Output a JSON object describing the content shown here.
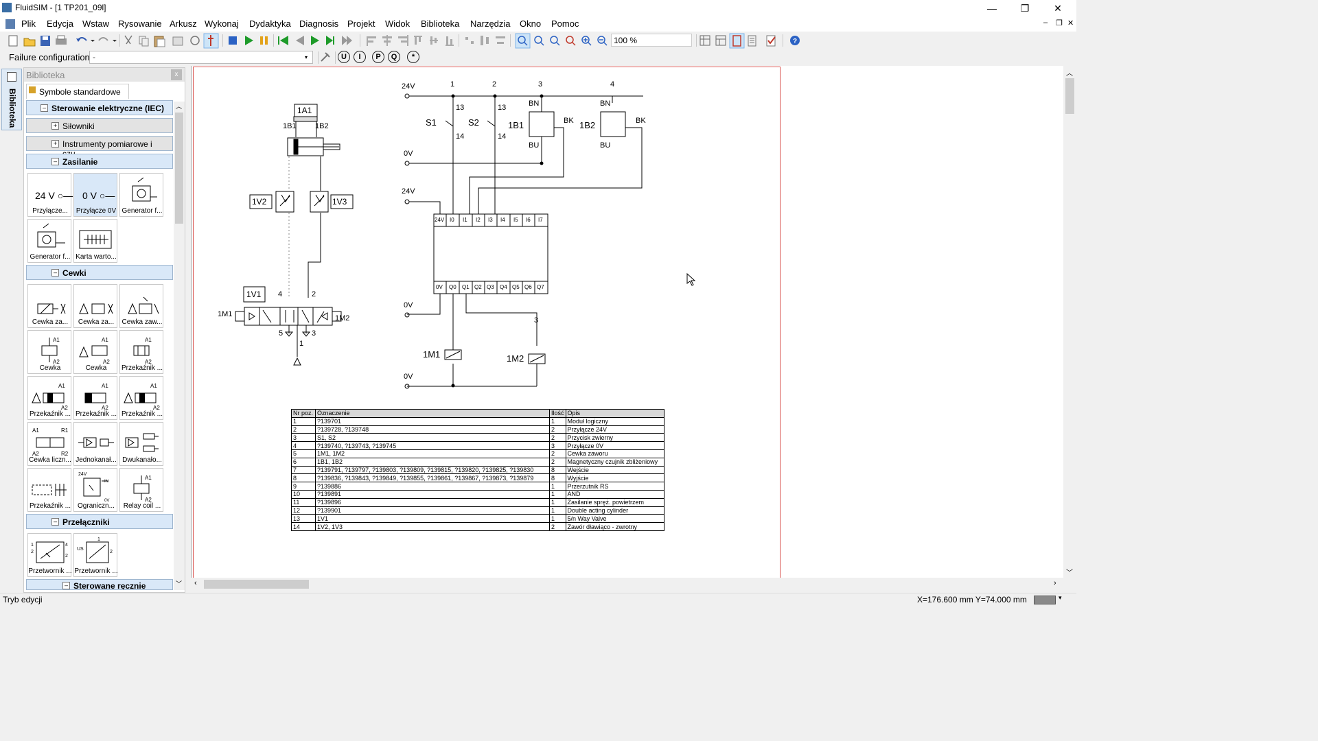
{
  "window": {
    "title": "FluidSIM - [1  TP201_09l]",
    "minimize": "—",
    "maximize": "❐",
    "close": "✕"
  },
  "menu": [
    "Plik",
    "Edycja",
    "Wstaw",
    "Rysowanie",
    "Arkusz",
    "Wykonaj",
    "Dydaktyka",
    "Diagnosis",
    "Projekt",
    "Widok",
    "Biblioteka",
    "Narzędzia",
    "Okno",
    "Pomoc"
  ],
  "toolbar": {
    "zoom_value": "100 %",
    "icons": [
      "new-icon",
      "open-icon",
      "save-icon",
      "print-icon",
      "undo-icon",
      "redo-icon",
      "cut-icon",
      "copy-icon",
      "paste-icon",
      "select-icon",
      "rotate-icon",
      "pointer-icon",
      "stop-icon",
      "play-icon",
      "pause-icon",
      "rewind-icon",
      "step-back-icon",
      "step-forward-icon",
      "to-end-icon",
      "fast-forward-icon",
      "align-left-icon",
      "align-center-icon",
      "align-right-icon",
      "align-top-icon",
      "align-middle-icon",
      "align-bottom-icon",
      "distribute-h-icon",
      "distribute-v-icon",
      "zoom-fit-icon",
      "zoom-window-icon",
      "zoom-page-icon",
      "zoom-selection-icon",
      "zoom-in-icon",
      "zoom-out-icon",
      "grid-icon",
      "layers-icon",
      "page-border-icon",
      "report-icon",
      "check-icon",
      "help-icon"
    ]
  },
  "failure": {
    "label": "Failure configuration",
    "value": "-",
    "buttons": [
      "U",
      "I",
      "P",
      "Q",
      "*"
    ]
  },
  "library": {
    "header": "Biblioteka",
    "side_tab": "Biblioteka",
    "tab": "Symbole standardowe",
    "categories": [
      {
        "label": "Sterowanie elektryczne (IEC)",
        "open": true,
        "sign": "–"
      },
      {
        "label": "Siłowniki",
        "open": false,
        "sign": "+"
      },
      {
        "label": "Instrumenty pomiarowe i czu...",
        "open": false,
        "sign": "+"
      },
      {
        "label": "Zasilanie",
        "open": true,
        "sign": "–"
      },
      {
        "label": "Cewki",
        "open": true,
        "sign": "–"
      },
      {
        "label": "Przełączniki",
        "open": true,
        "sign": "–"
      },
      {
        "label": "Sterowane ręcznie",
        "open": true,
        "sign": "–"
      }
    ],
    "zasilanie_tiles": [
      "Przyłącze...",
      "Przyłącze 0V",
      "Generator f...",
      "Generator f...",
      "Karta warto..."
    ],
    "zasilanie_symbols": [
      "24 V ○—",
      "0 V ○—"
    ],
    "cewki_tiles": [
      "Cewka za...",
      "Cewka za...",
      "Cewka zaw...",
      "Cewka",
      "Cewka",
      "Przekaźnik ...",
      "Przekaźnik ...",
      "Przekaźnik ...",
      "Przekaźnik ...",
      "Cewka liczn...",
      "Jednokanał...",
      "Dwukanało...",
      "Przekaźnik ...",
      "Ograniczn...",
      "Relay coil ..."
    ],
    "przelaczniki_tiles": [
      "Przetwornik ...",
      "Przetwornik ..."
    ]
  },
  "diagram": {
    "pneumatic": {
      "cylinder": "1A1",
      "sensors": [
        "1B1",
        "1B2"
      ],
      "throttles": [
        "1V2",
        "1V3"
      ],
      "valve": "1V1",
      "valve_ports": [
        "4",
        "2",
        "5",
        "3",
        "1"
      ],
      "solenoids": [
        "1M1",
        "1M2"
      ]
    },
    "electrical": {
      "supply_24": "24V",
      "supply_0": "0V",
      "column_numbers": [
        "1",
        "2",
        "3",
        "4"
      ],
      "switches": [
        "S1",
        "S2"
      ],
      "switch_contacts": [
        "13",
        "14"
      ],
      "sensors": [
        "1B1",
        "1B2"
      ],
      "wire_colors": [
        "BN",
        "BK",
        "BU"
      ],
      "inputs": [
        "24V",
        "I0",
        "I1",
        "I2",
        "I3",
        "I4",
        "I5",
        "I6",
        "I7"
      ],
      "outputs": [
        "0V",
        "Q0",
        "Q1",
        "Q2",
        "Q3",
        "Q4",
        "Q5",
        "Q6",
        "Q7"
      ],
      "output_column": "3",
      "coils": [
        "1M1",
        "1M2"
      ]
    }
  },
  "parts_table": {
    "headers": [
      "Nr poz.",
      "Oznaczenie",
      "Ilość",
      "Opis"
    ],
    "rows": [
      [
        "1",
        "?139701",
        "1",
        "Moduł logiczny"
      ],
      [
        "2",
        "?139728, ?139748",
        "2",
        "Przyłącze 24V"
      ],
      [
        "3",
        "S1, S2",
        "2",
        "Przycisk zwierny"
      ],
      [
        "4",
        "?139740, ?139743, ?139745",
        "3",
        "Przyłącze 0V"
      ],
      [
        "5",
        "1M1, 1M2",
        "2",
        "Cewka zaworu"
      ],
      [
        "6",
        "1B1, 1B2",
        "2",
        "Magnetyczny czujnik zbliżeniowy"
      ],
      [
        "7",
        "?139791, ?139797, ?139803, ?139809, ?139815, ?139820, ?139825, ?139830",
        "8",
        "Wejście"
      ],
      [
        "8",
        "?139836, ?139843, ?139849, ?139855, ?139861, ?139867, ?139873, ?139879",
        "8",
        "Wyjście"
      ],
      [
        "9",
        "?139886",
        "1",
        "Przerzutnik RS"
      ],
      [
        "10",
        "?139891",
        "1",
        "AND"
      ],
      [
        "11",
        "?139896",
        "1",
        "Zasilanie spręż. powietrzem"
      ],
      [
        "12",
        "?139901",
        "1",
        "Double acting cylinder"
      ],
      [
        "13",
        "1V1",
        "1",
        "5/n Way Valve"
      ],
      [
        "14",
        "1V2, 1V3",
        "2",
        "Zawór dławiąco - zwrotny"
      ]
    ]
  },
  "status": {
    "mode": "Tryb edycji",
    "coords": "X=176.600 mm  Y=74.000 mm"
  }
}
